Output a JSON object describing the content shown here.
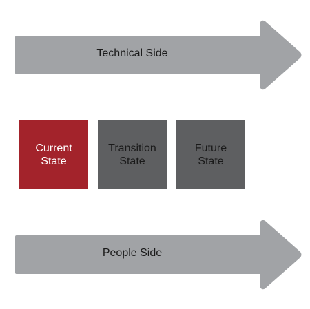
{
  "diagram": {
    "arrows": [
      {
        "id": "technical",
        "label": "Technical Side",
        "color": "#a1a3a6"
      },
      {
        "id": "people",
        "label": "People Side",
        "color": "#a1a3a6"
      }
    ],
    "states": [
      {
        "id": "current",
        "line1": "Current",
        "line2": "State",
        "fill": "#a3232b",
        "text_color": "#ffffff"
      },
      {
        "id": "transition",
        "line1": "Transition",
        "line2": "State",
        "fill": "#5e5f61",
        "text_color": "#1a1a1a"
      },
      {
        "id": "future",
        "line1": "Future",
        "line2": "State",
        "fill": "#5e5f61",
        "text_color": "#1a1a1a"
      }
    ]
  }
}
